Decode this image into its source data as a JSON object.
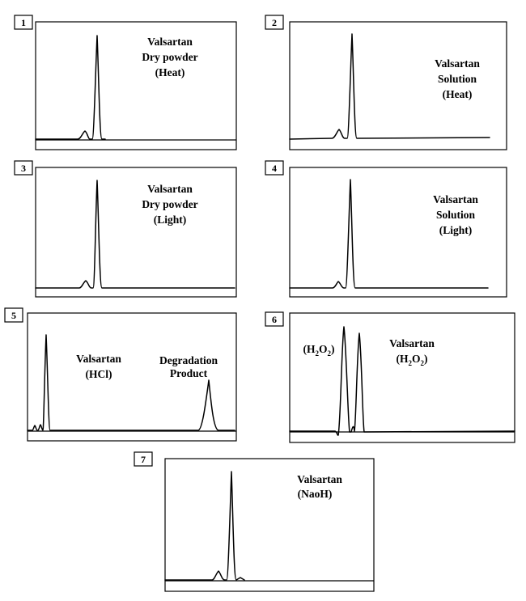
{
  "panels": [
    {
      "number": "1",
      "lines": [
        "Valsartan",
        "Dry powder",
        "(Heat)"
      ]
    },
    {
      "number": "2",
      "lines": [
        "Valsartan",
        "Solution",
        "(Heat)"
      ]
    },
    {
      "number": "3",
      "lines": [
        "Valsartan",
        "Dry powder",
        "(Light)"
      ]
    },
    {
      "number": "4",
      "lines": [
        "Valsartan",
        "Solution",
        "(Light)"
      ]
    },
    {
      "number": "5",
      "lines": [
        "Valsartan",
        "(HCl)"
      ],
      "extra_lines": [
        "Degradation",
        "Product"
      ]
    },
    {
      "number": "6",
      "left_label": {
        "pre": "(H",
        "sub1": "2",
        "mid": "O",
        "sub2": "2",
        "post": ")"
      },
      "right_label": {
        "title": "Valsartan",
        "pre": "(H",
        "sub1": "2",
        "mid": "O",
        "sub2": "2",
        "post": ")"
      }
    },
    {
      "number": "7",
      "lines": [
        "Valsartan",
        "(NaoH)"
      ]
    }
  ]
}
